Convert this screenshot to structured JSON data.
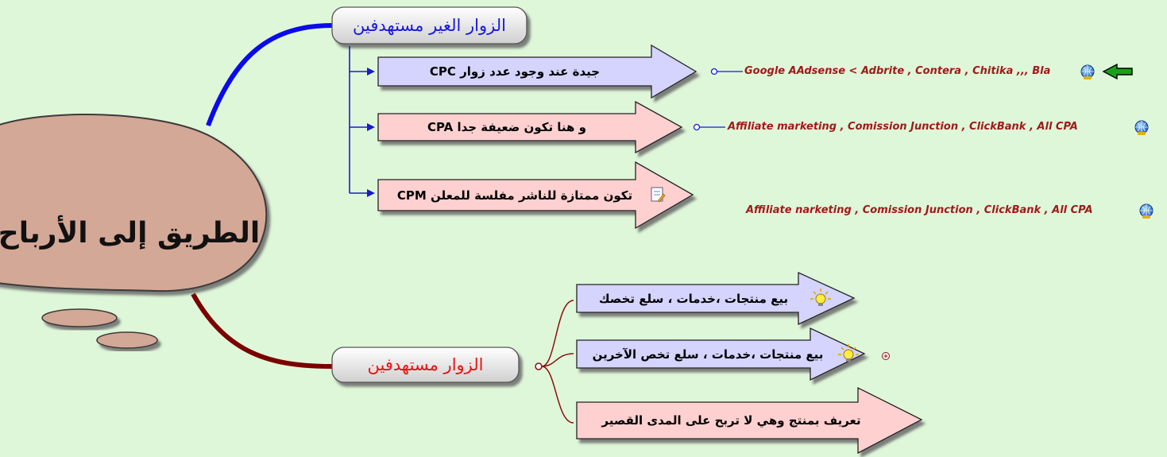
{
  "central_topic": "الطريق إلى الأرباح",
  "branches": [
    {
      "title": "الزوار الغير مستهدفين",
      "title_color": "#1818e0",
      "items": [
        {
          "label": "جيدة عند وجود عدد زوار CPC",
          "fill": "#d4d4ff",
          "link": "Google AAdsense < Adbrite , Contera , Chitika ,,, Bla"
        },
        {
          "label": "و هنا تكون ضعيفة جدا  CPA",
          "fill": "#ffd0d0",
          "link": "Affiliate marketing , Comission Junction , ClickBank , All CPA"
        },
        {
          "label": "تكون ممتازة للناشر مفلسة للمعلن CPM",
          "fill": "#ffd0d0",
          "link": "Affiliate narketing , Comission Junction , ClickBank , All CPA"
        }
      ]
    },
    {
      "title": "الزوار مستهدفين",
      "title_color": "#ee1111",
      "items": [
        {
          "label": "بيع منتجات ،خدمات ، سلع  تخصك",
          "fill": "#d4d4ff"
        },
        {
          "label": "بيع منتجات ،خدمات ، سلع  تخص الآخرين",
          "fill": "#d4d4ff"
        },
        {
          "label": "تعريف بمنتج وهي لا تربح على المدى القصير",
          "fill": "#ffd0d0"
        }
      ]
    }
  ],
  "icons": {
    "globe": "globe-icon",
    "back_arrow": "green-back-arrow-icon",
    "bulb": "lightbulb-icon",
    "note": "note-icon",
    "expand": "expand-plus-icon"
  },
  "colors": {
    "background": "#dff7d9",
    "cloud": "#d4a896",
    "cloud_outline": "#3a3a3a",
    "top_connector": "#0a0aee",
    "bottom_connector": "#7a0000",
    "tree_lines": "#1a1ad0"
  }
}
